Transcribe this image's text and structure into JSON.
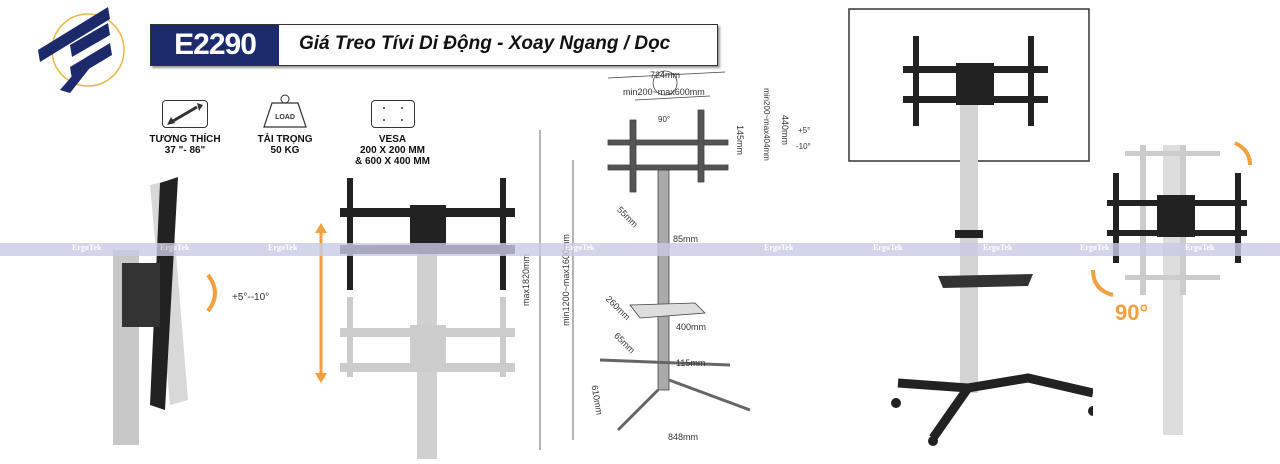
{
  "brand": {
    "logo": "TE",
    "watermark": "ErgoTek"
  },
  "header": {
    "model": "E2290",
    "title": "Giá Treo Tívi Di Động - Xoay Ngang / Dọc"
  },
  "specs": [
    {
      "icon": "resize-arrow-icon",
      "lines": [
        "TƯƠNG THÍCH",
        "37 \"- 86\""
      ]
    },
    {
      "icon": "load-weight-icon",
      "icon_text": "LOAD",
      "lines": [
        "TẢI TRỌNG",
        "50 KG"
      ]
    },
    {
      "icon": "vesa-icon",
      "lines": [
        "VESA",
        "200 X 200 MM",
        "& 600 X 400 MM"
      ]
    }
  ],
  "tilt": {
    "label": "+5°--10°"
  },
  "dimensions": {
    "width_total": "724mm",
    "vesa_w": "min200~max600mm",
    "rot": "90°",
    "h145": "145mm",
    "vesa_h": "min200~max404mm",
    "h440": "440mm",
    "tilt_up": "+5°",
    "tilt_down": "-10°",
    "s55": "55mm",
    "s85": "85mm",
    "s260": "260mm",
    "s400": "400mm",
    "s65": "65mm",
    "s115": "115mm",
    "s610": "610mm",
    "s848": "848mm",
    "hmax": "max1820mm",
    "hrange": "min1200~max1600mm"
  },
  "rotation": {
    "label": "90°"
  },
  "colors": {
    "navy": "#1c2a6b",
    "orange": "#f0a040",
    "gold": "#e8b84a"
  }
}
